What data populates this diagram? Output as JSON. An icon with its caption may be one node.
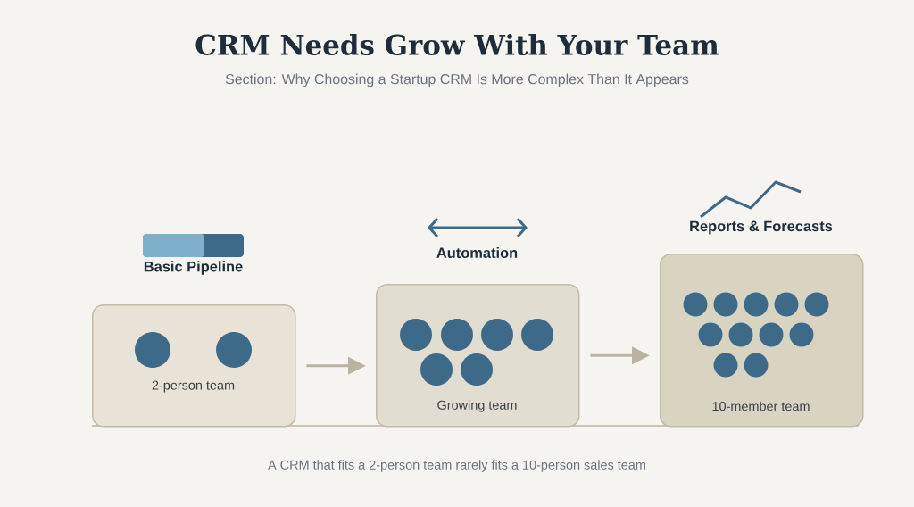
{
  "diagram": {
    "title": "CRM Needs Grow With Your Team",
    "caption": "A CRM that fits a 2-person team rarely fits a 10-person sales team",
    "nodes": [
      {
        "text": [
          "Basic Pipeline",
          "2-person team"
        ]
      },
      {
        "text": [
          "Automation",
          "Growing team"
        ]
      },
      {
        "text": [
          "Reports & Forecasts",
          "10-member team"
        ]
      }
    ],
    "edges": [
      {
        "from": 0,
        "to": 1,
        "arrow": "to"
      },
      {
        "from": 1,
        "to": 2,
        "arrow": "to"
      }
    ],
    "labels": [
      "Section: Why Choosing a Startup CRM Is More Complex Than It Appears"
    ]
  }
}
